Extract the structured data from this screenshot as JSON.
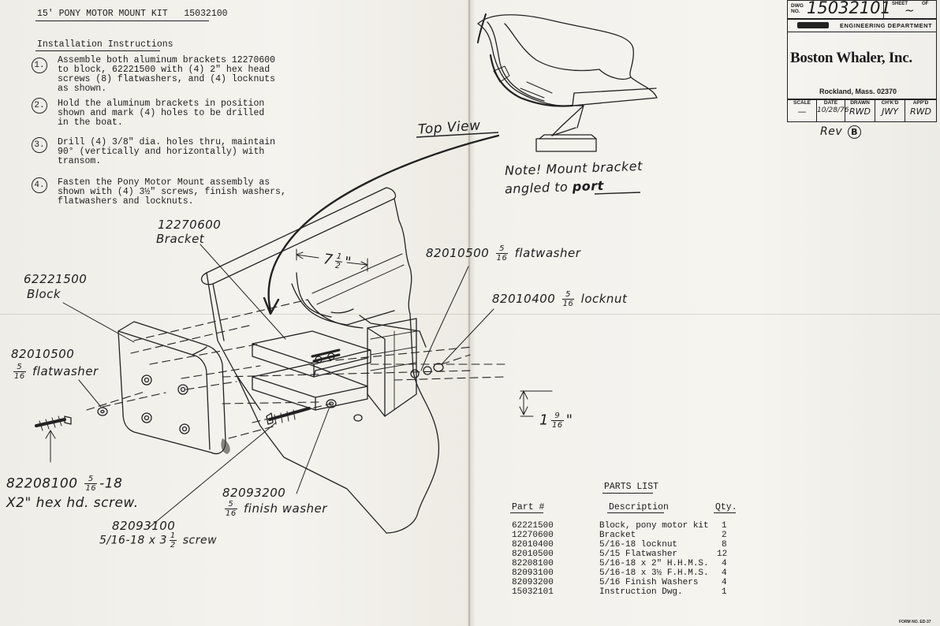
{
  "kit_title": "15' PONY MOTOR MOUNT KIT   15032100",
  "instructions": {
    "heading": "Installation Instructions",
    "steps": [
      {
        "num": "1.",
        "lines": [
          "Assemble both aluminum brackets 12270600",
          "to block, 62221500 with (4) 2\" hex head",
          "screws (8) flatwashers, and (4) locknuts",
          "as shown."
        ]
      },
      {
        "num": "2.",
        "lines": [
          "Hold the aluminum brackets in position",
          "shown and mark (4) holes to be drilled",
          "in the boat."
        ]
      },
      {
        "num": "3.",
        "lines": [
          "Drill (4) 3/8\" dia. holes thru, maintain",
          "90° (vertically and horizontally) with",
          "transom."
        ]
      },
      {
        "num": "4.",
        "lines": [
          "Fasten the Pony Motor Mount assembly as",
          "shown with (4) 3½\" screws, finish washers,",
          "flatwashers and locknuts."
        ]
      }
    ]
  },
  "title_block": {
    "dwg_label": "DWG NO.",
    "dwg_no": "15032101",
    "sheet_label": "SHEET",
    "of_label": "OF",
    "sheet_value": "~",
    "department": "ENGINEERING DEPARTMENT",
    "company": "Boston Whaler, Inc.",
    "address": "Rockland, Mass. 02370",
    "cells": [
      {
        "label": "SCALE",
        "value": "—"
      },
      {
        "label": "DATE",
        "value": "10/28/76"
      },
      {
        "label": "DRAWN",
        "value": "RWD"
      },
      {
        "label": "CH'K'D",
        "value": "JWY"
      },
      {
        "label": "APP'D",
        "value": "RWD"
      }
    ],
    "revision_prefix": "Rev",
    "revision": "B"
  },
  "callouts": {
    "top_view": "Top View",
    "note_line1": "Note! Mount bracket",
    "note_line2_prefix": "angled to",
    "note_line2_emph": "port",
    "bracket_no": "12270600",
    "bracket_name": "Bracket",
    "block_no": "62221500",
    "block_name": "Block",
    "flatwasher_top_no": "82010500",
    "flatwasher_top_name": "flatwasher",
    "locknut_no": "82010400",
    "locknut_name": "locknut",
    "flatwasher_left_no": "82010500",
    "flatwasher_left_name": "flatwasher",
    "hexscrew_no": "82208100",
    "hexscrew_thread": "-18",
    "hexscrew_desc": "X2\" hex hd. screw.",
    "finishwasher_no": "82093200",
    "finishwasher_name": "finish washer",
    "screw_no": "82093100",
    "screw_desc": "5/16-18 x 3",
    "screw_desc_suffix": "screw",
    "five": "5",
    "sixteen": "16",
    "one": "1",
    "two": "2",
    "nine": "9",
    "dim_seven": "7",
    "dim_one": "1",
    "inch_mark": "\""
  },
  "parts_list": {
    "title": "PARTS LIST",
    "headers": [
      "Part #",
      "Description",
      "Qty."
    ],
    "rows": [
      [
        "62221500",
        "Block, pony motor kit",
        "1"
      ],
      [
        "12270600",
        "Bracket",
        "2"
      ],
      [
        "82010400",
        "5/16-18 locknut",
        "8"
      ],
      [
        "82010500",
        "5/15 Flatwasher",
        "12"
      ],
      [
        "82208100",
        "5/16-18 x 2\" H.H.M.S.",
        "4"
      ],
      [
        "82093100",
        "5/16-18 x 3½ F.H.M.S.",
        "4"
      ],
      [
        "82093200",
        "5/16 Finish Washers",
        "4"
      ],
      [
        "15032101",
        "Instruction Dwg.",
        "1"
      ]
    ]
  },
  "form_no": "FORM NO. ED-37"
}
